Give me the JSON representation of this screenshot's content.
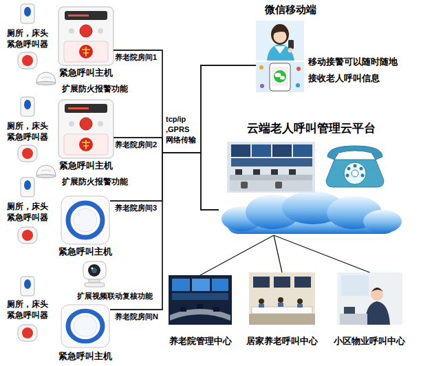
{
  "diagram": {
    "nodes": [
      {
        "text": [
          "厕所，床头 紧急呼叫器"
        ]
      },
      {
        "text": [
          "紧急呼叫主机"
        ]
      },
      {
        "text": [
          "扩展防火报警功能"
        ]
      },
      {
        "text": [
          "厕所，床头 紧急呼叫器"
        ]
      },
      {
        "text": [
          "紧急呼叫主机"
        ]
      },
      {
        "text": [
          "扩展防火报警功能"
        ]
      },
      {
        "text": [
          "厕所，床头 紧急呼叫器"
        ]
      },
      {
        "text": [
          "紧急呼叫主机"
        ]
      },
      {
        "text": [
          "扩展视频联动复核功能"
        ]
      },
      {
        "text": [
          "厕所，床头 紧急呼叫器"
        ]
      },
      {
        "text": [
          "紧急呼叫主机"
        ]
      },
      {
        "text": [
          "微信移动端",
          "移动接警可以随时随地 接收老人呼叫信息"
        ]
      },
      {
        "text": [
          "云端老人呼叫管理云平台"
        ]
      },
      {
        "text": [
          "养老院管理中心"
        ]
      },
      {
        "text": [
          "居家养老呼叫中心"
        ]
      },
      {
        "text": [
          "小区物业呼叫中心"
        ]
      }
    ],
    "edges": [
      {
        "from": 1,
        "to": 11,
        "arrow": "none"
      },
      {
        "from": 1,
        "to": 12,
        "arrow": "none"
      },
      {
        "from": 4,
        "to": 11,
        "arrow": "none"
      },
      {
        "from": 4,
        "to": 12,
        "arrow": "none"
      },
      {
        "from": 7,
        "to": 11,
        "arrow": "none"
      },
      {
        "from": 7,
        "to": 12,
        "arrow": "none"
      },
      {
        "from": 10,
        "to": 11,
        "arrow": "none"
      },
      {
        "from": 10,
        "to": 12,
        "arrow": "none"
      },
      {
        "from": 12,
        "to": 13,
        "arrow": "none"
      },
      {
        "from": 12,
        "to": 14,
        "arrow": "none"
      },
      {
        "from": 12,
        "to": 15,
        "arrow": "none"
      }
    ],
    "labels": [
      "养老院房间1",
      "养老院房间2",
      "养老院房间3",
      "养老院房间N",
      "tcp/ip ,GPRS 网络传输"
    ]
  }
}
